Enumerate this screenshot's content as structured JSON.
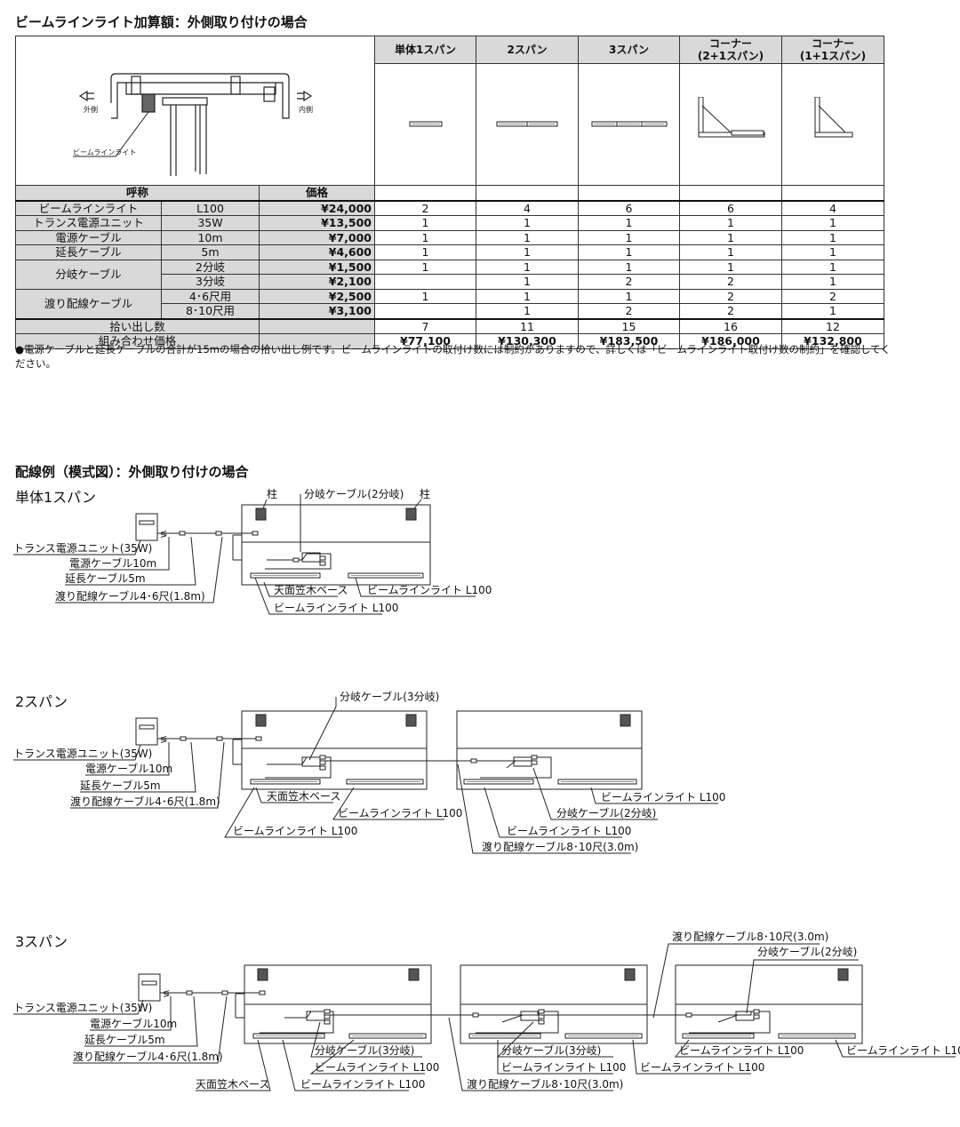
{
  "section1_title": "ビームラインライト加算額：外側取り付けの場合",
  "figure": {
    "outer": "外側",
    "inner": "内側",
    "light": "ビームラインライト"
  },
  "headers": {
    "name": "呼称",
    "price": "価格"
  },
  "columns": [
    "単体1スパン",
    "2スパン",
    "3スパン",
    "コーナー\n(2+1スパン)",
    "コーナー\n(1+1スパン)"
  ],
  "rows": [
    {
      "name": "ビームラインライト",
      "size": "L100",
      "price": "¥24,000",
      "q": [
        "2",
        "4",
        "6",
        "6",
        "4"
      ]
    },
    {
      "name": "トランス電源ユニット",
      "size": "35W",
      "price": "¥13,500",
      "q": [
        "1",
        "1",
        "1",
        "1",
        "1"
      ]
    },
    {
      "name": "電源ケーブル",
      "size": "10m",
      "price": "¥7,000",
      "q": [
        "1",
        "1",
        "1",
        "1",
        "1"
      ]
    },
    {
      "name": "延長ケーブル",
      "size": "5m",
      "price": "¥4,600",
      "q": [
        "1",
        "1",
        "1",
        "1",
        "1"
      ]
    },
    {
      "name": "分岐ケーブル",
      "size": "2分岐",
      "price": "¥1,500",
      "q": [
        "1",
        "1",
        "1",
        "1",
        "1"
      ]
    },
    {
      "name": "",
      "size": "3分岐",
      "price": "¥2,100",
      "q": [
        "",
        "1",
        "2",
        "2",
        "1"
      ]
    },
    {
      "name": "渡り配線ケーブル",
      "size": "4･6尺用",
      "price": "¥2,500",
      "q": [
        "1",
        "1",
        "1",
        "2",
        "2"
      ]
    },
    {
      "name": "",
      "size": "8･10尺用",
      "price": "¥3,100",
      "q": [
        "",
        "1",
        "2",
        "2",
        "1"
      ]
    }
  ],
  "count_label": "拾い出し数",
  "counts": [
    "7",
    "11",
    "15",
    "16",
    "12"
  ],
  "total_label": "組み合わせ価格",
  "totals": [
    "¥77,100",
    "¥130,300",
    "¥183,500",
    "¥186,000",
    "¥132,800"
  ],
  "note": "●電源ケーブルと延長ケーブルの合計が15mの場合の拾い出し例です。ビームラインライトの取付け数には制約がありますので、詳しくは「ビームラインライト取付け数の制約」を確認してください。",
  "section2_title": "配線例（模式図）：外側取り付けの場合",
  "diagram_titles": [
    "単体1スパン",
    "2スパン",
    "3スパン"
  ],
  "labels": {
    "pillar": "柱",
    "branch2": "分岐ケーブル(2分岐)",
    "branch3": "分岐ケーブル(3分岐)",
    "transformer": "トランス電源ユニット(35W)",
    "power": "電源ケーブル10m",
    "ext": "延長ケーブル5m",
    "cross46": "渡り配線ケーブル4･6尺(1.8m)",
    "cross810": "渡り配線ケーブル8･10尺(3.0m)",
    "base": "天面笠木ベース",
    "light": "ビームラインライト L100"
  }
}
